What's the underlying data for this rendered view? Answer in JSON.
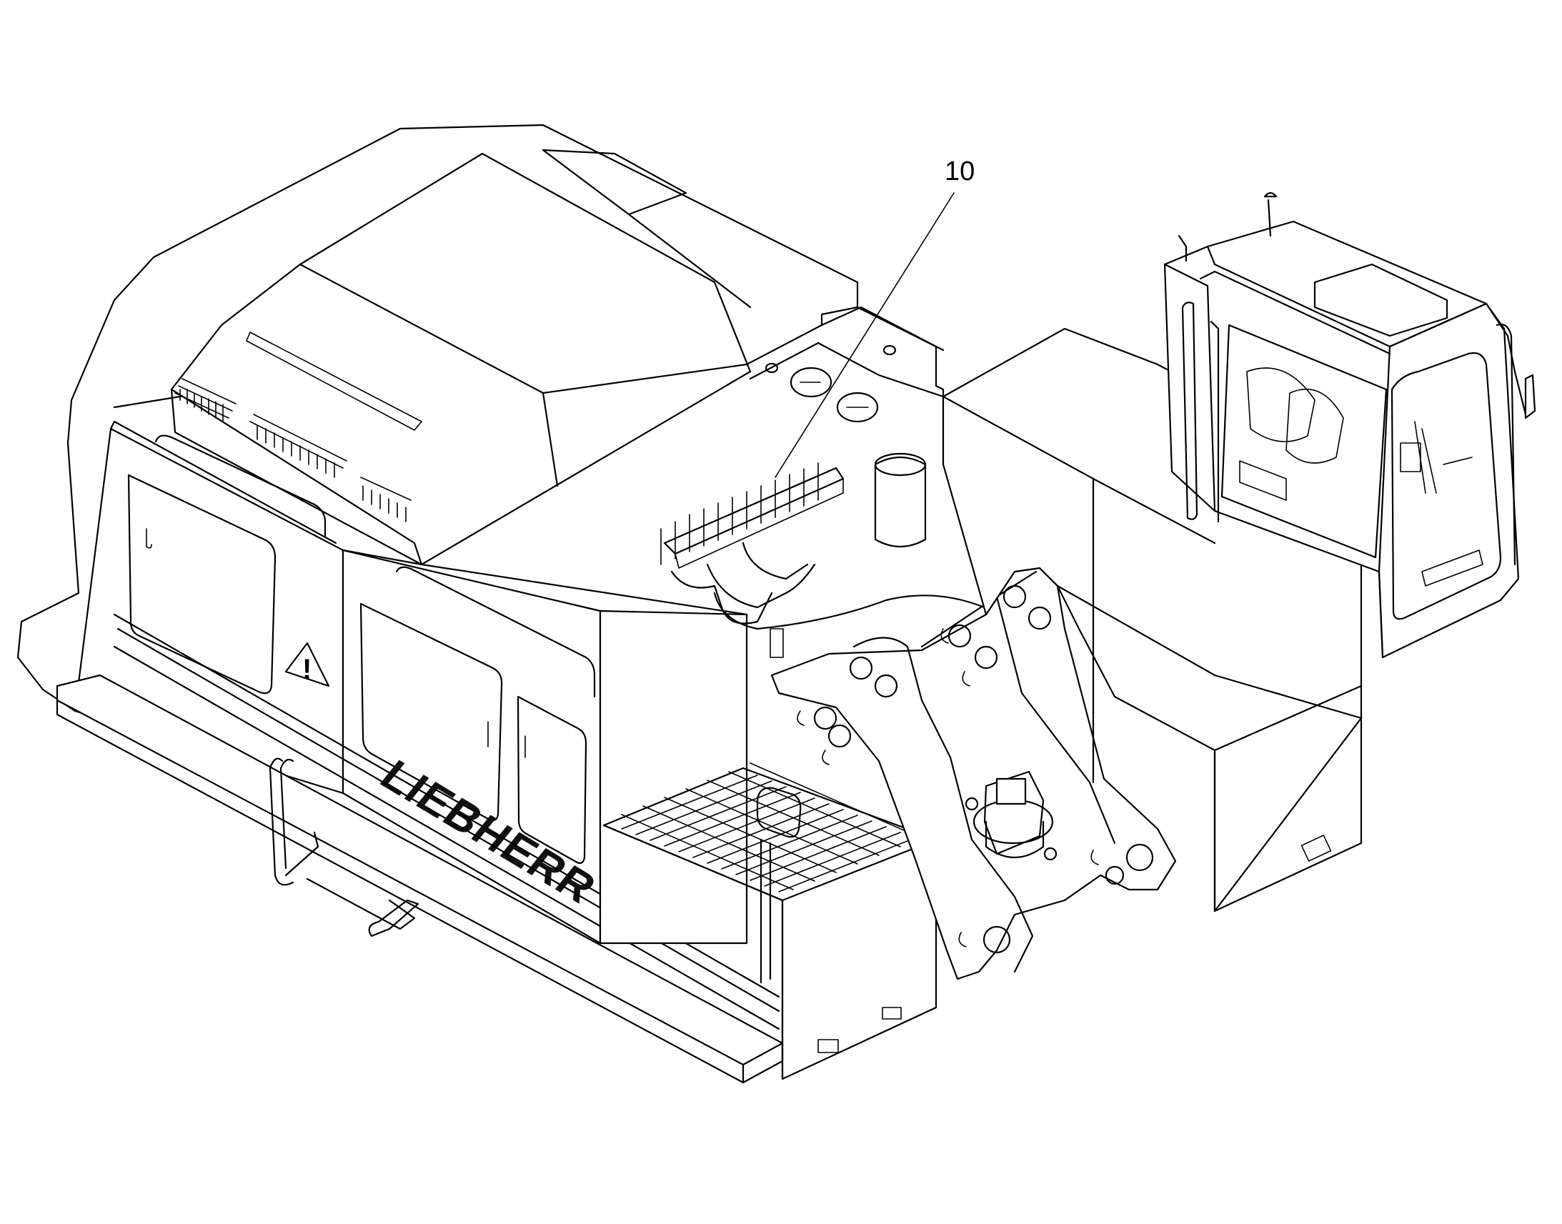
{
  "callouts": [
    {
      "id": "callout-10",
      "label": "10"
    }
  ],
  "branding": {
    "side_lettering": "LIEBHERR"
  },
  "warning_symbol": {
    "glyph": "!"
  },
  "colors": {
    "line": "#000000",
    "background": "#ffffff"
  }
}
